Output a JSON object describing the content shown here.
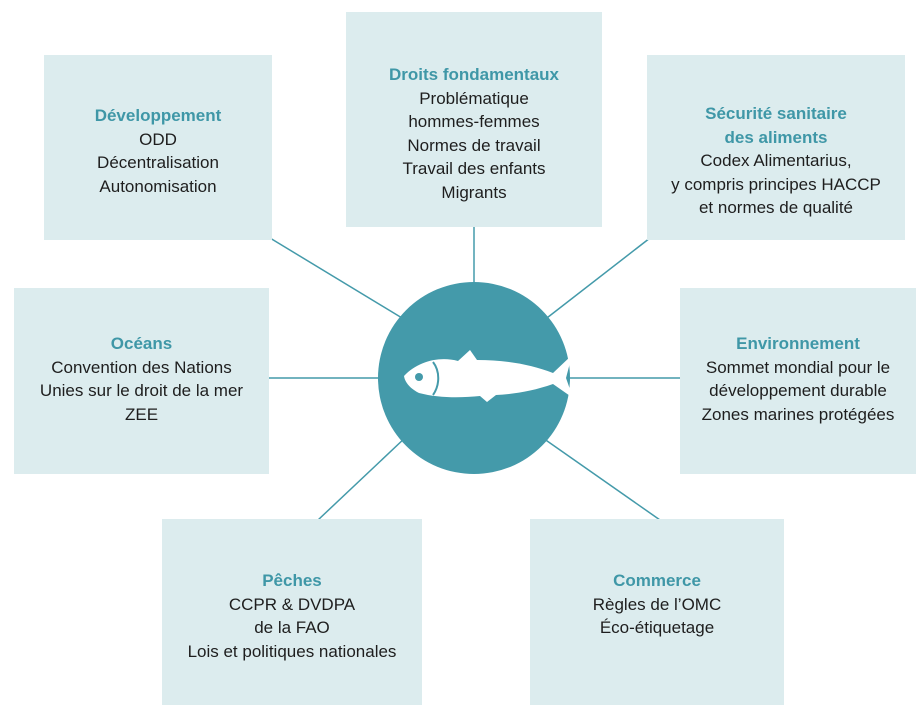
{
  "center": {
    "icon": "fish-icon"
  },
  "colors": {
    "accent": "#449aaa",
    "box_fill": "#dcecee",
    "title_text": "#3f97a7",
    "body_text": "#1e1e1e",
    "line": "#449aaa"
  },
  "notes": [
    {
      "id": "developpement",
      "title": "Développement",
      "lines": [
        "ODD",
        "Décentralisation",
        "Autonomisation"
      ]
    },
    {
      "id": "droits-fondamentaux",
      "title": "Droits fondamentaux",
      "lines": [
        "Problématique",
        "hommes-femmes",
        "Normes de travail",
        "Travail des enfants",
        "Migrants"
      ]
    },
    {
      "id": "securite-sanitaire",
      "title": "Sécurité sanitaire des aliments",
      "title_lines": [
        "Sécurité sanitaire",
        "des aliments"
      ],
      "lines": [
        "Codex Alimentarius,",
        "y compris principes HACCP",
        "et normes de qualité"
      ]
    },
    {
      "id": "oceans",
      "title": "Océans",
      "lines": [
        "Convention des Nations",
        "Unies sur le droit de la mer",
        "ZEE"
      ]
    },
    {
      "id": "environnement",
      "title": "Environnement",
      "lines": [
        "Sommet mondial pour le",
        "développement durable",
        "Zones marines protégées"
      ]
    },
    {
      "id": "peches",
      "title": "Pêches",
      "lines": [
        "CCPR & DVDPA",
        "de la FAO",
        "Lois et politiques nationales"
      ]
    },
    {
      "id": "commerce",
      "title": "Commerce",
      "lines": [
        "Règles de l’OMC",
        "Éco-étiquetage"
      ]
    }
  ]
}
